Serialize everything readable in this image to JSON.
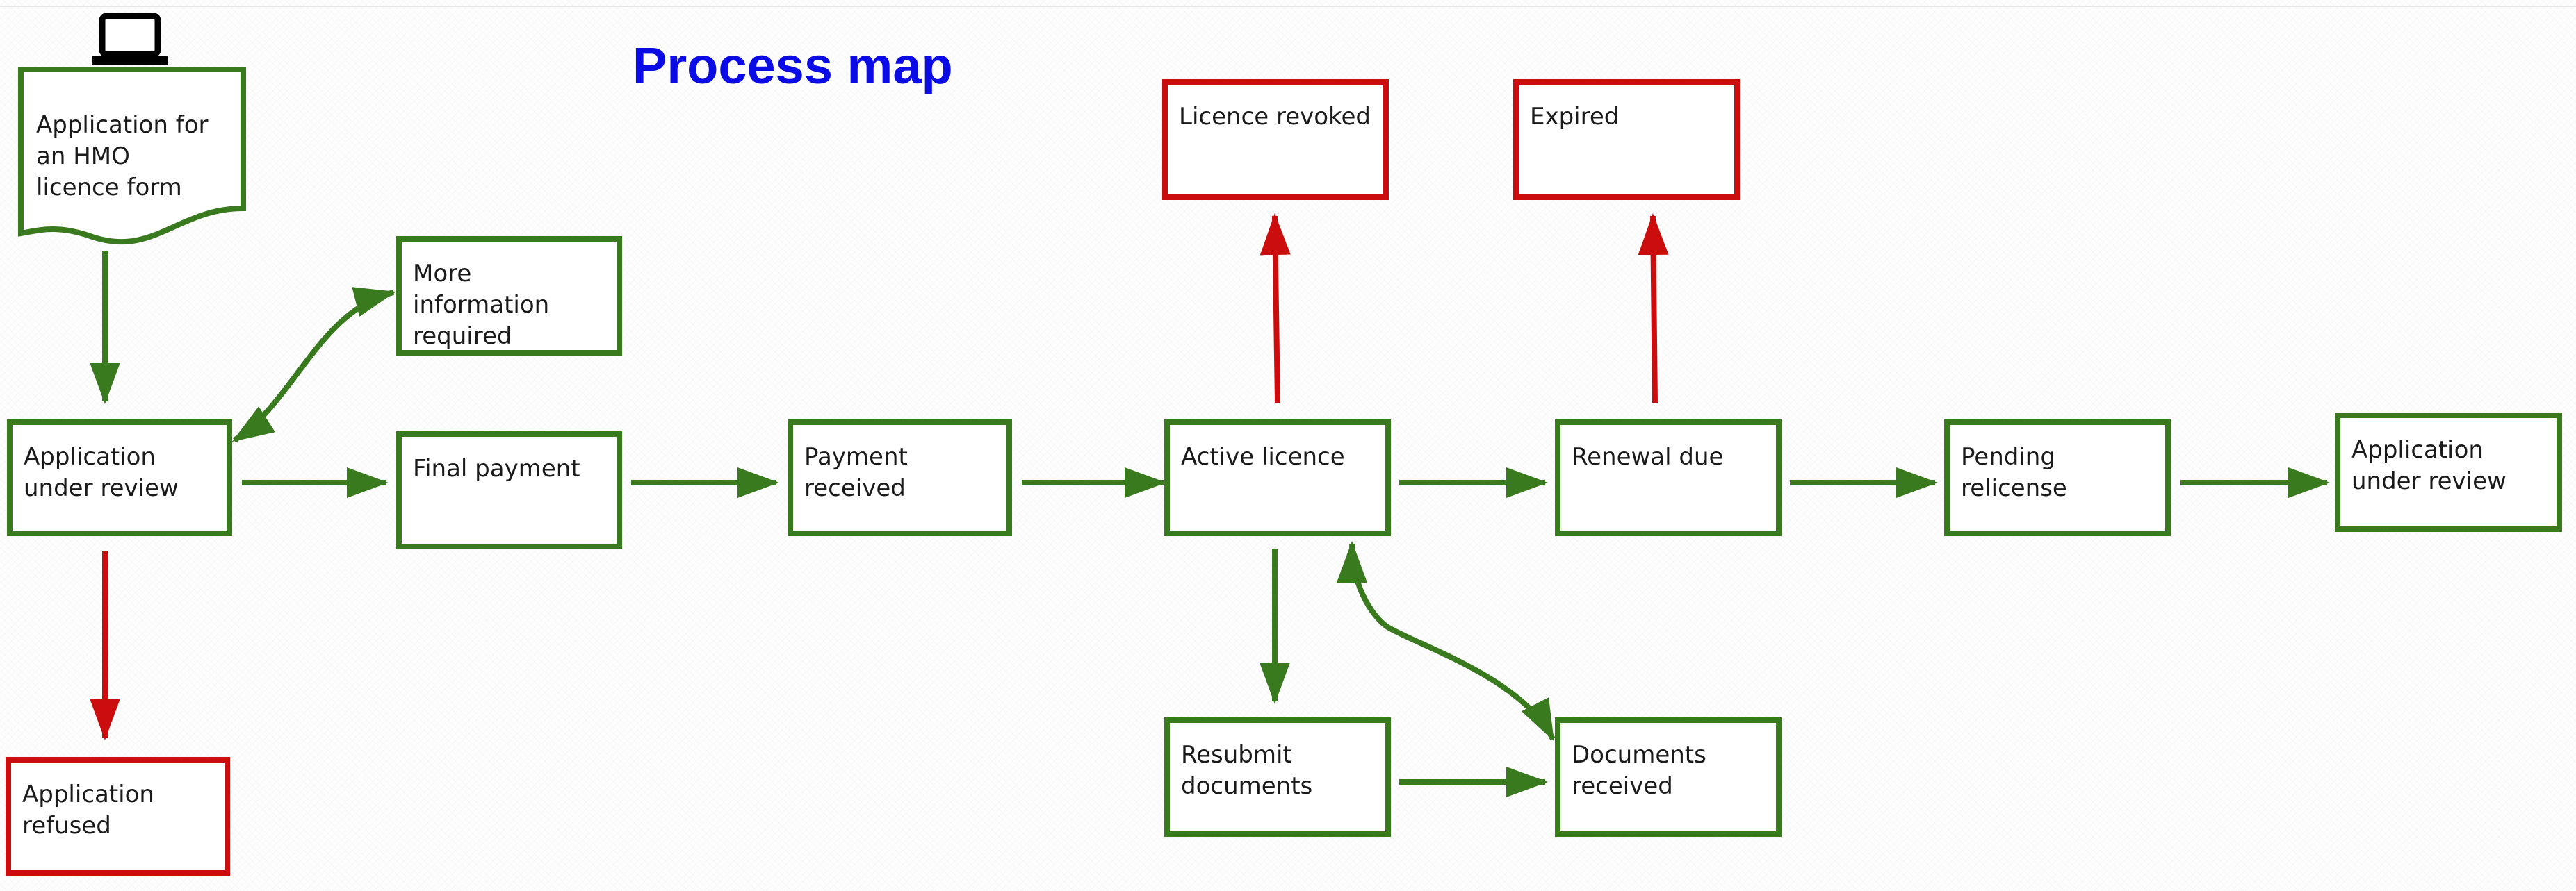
{
  "title": "Process map",
  "colors": {
    "green": "#3a7a1e",
    "red": "#cc0d0d",
    "title_blue": "#0b0be6"
  },
  "icons": {
    "form_source": "laptop-icon"
  },
  "nodes": {
    "application_form": {
      "label": "Application for\nan HMO\nlicence form",
      "shape": "document",
      "status": "start"
    },
    "application_under_review": {
      "label": "Application\nunder review",
      "status": "normal"
    },
    "more_information_required": {
      "label": "More\ninformation\nrequired",
      "status": "normal"
    },
    "application_refused": {
      "label": "Application\nrefused",
      "status": "negative"
    },
    "final_payment": {
      "label": "Final payment",
      "status": "normal"
    },
    "payment_received": {
      "label": "Payment\nreceived",
      "status": "normal"
    },
    "active_licence": {
      "label": "Active licence",
      "status": "normal"
    },
    "licence_revoked": {
      "label": "Licence revoked",
      "status": "negative"
    },
    "resubmit_documents": {
      "label": "Resubmit\ndocuments",
      "status": "normal"
    },
    "documents_received": {
      "label": "Documents\nreceived",
      "status": "normal"
    },
    "renewal_due": {
      "label": "Renewal due",
      "status": "normal"
    },
    "expired": {
      "label": "Expired",
      "status": "negative"
    },
    "pending_relicense": {
      "label": "Pending\nrelicense",
      "status": "normal"
    },
    "application_under_review_2": {
      "label": "Application\nunder review",
      "status": "normal"
    }
  },
  "edges": [
    {
      "from": "application_form",
      "to": "application_under_review",
      "color": "green",
      "direction": "forward"
    },
    {
      "from": "application_under_review",
      "to": "more_information_required",
      "color": "green",
      "direction": "both"
    },
    {
      "from": "application_under_review",
      "to": "final_payment",
      "color": "green",
      "direction": "forward"
    },
    {
      "from": "application_under_review",
      "to": "application_refused",
      "color": "red",
      "direction": "forward"
    },
    {
      "from": "final_payment",
      "to": "payment_received",
      "color": "green",
      "direction": "forward"
    },
    {
      "from": "payment_received",
      "to": "active_licence",
      "color": "green",
      "direction": "forward"
    },
    {
      "from": "active_licence",
      "to": "licence_revoked",
      "color": "red",
      "direction": "forward"
    },
    {
      "from": "active_licence",
      "to": "resubmit_documents",
      "color": "green",
      "direction": "forward"
    },
    {
      "from": "resubmit_documents",
      "to": "documents_received",
      "color": "green",
      "direction": "forward"
    },
    {
      "from": "documents_received",
      "to": "active_licence",
      "color": "green",
      "direction": "both"
    },
    {
      "from": "active_licence",
      "to": "renewal_due",
      "color": "green",
      "direction": "forward"
    },
    {
      "from": "renewal_due",
      "to": "expired",
      "color": "red",
      "direction": "forward"
    },
    {
      "from": "renewal_due",
      "to": "pending_relicense",
      "color": "green",
      "direction": "forward"
    },
    {
      "from": "pending_relicense",
      "to": "application_under_review_2",
      "color": "green",
      "direction": "forward"
    }
  ]
}
